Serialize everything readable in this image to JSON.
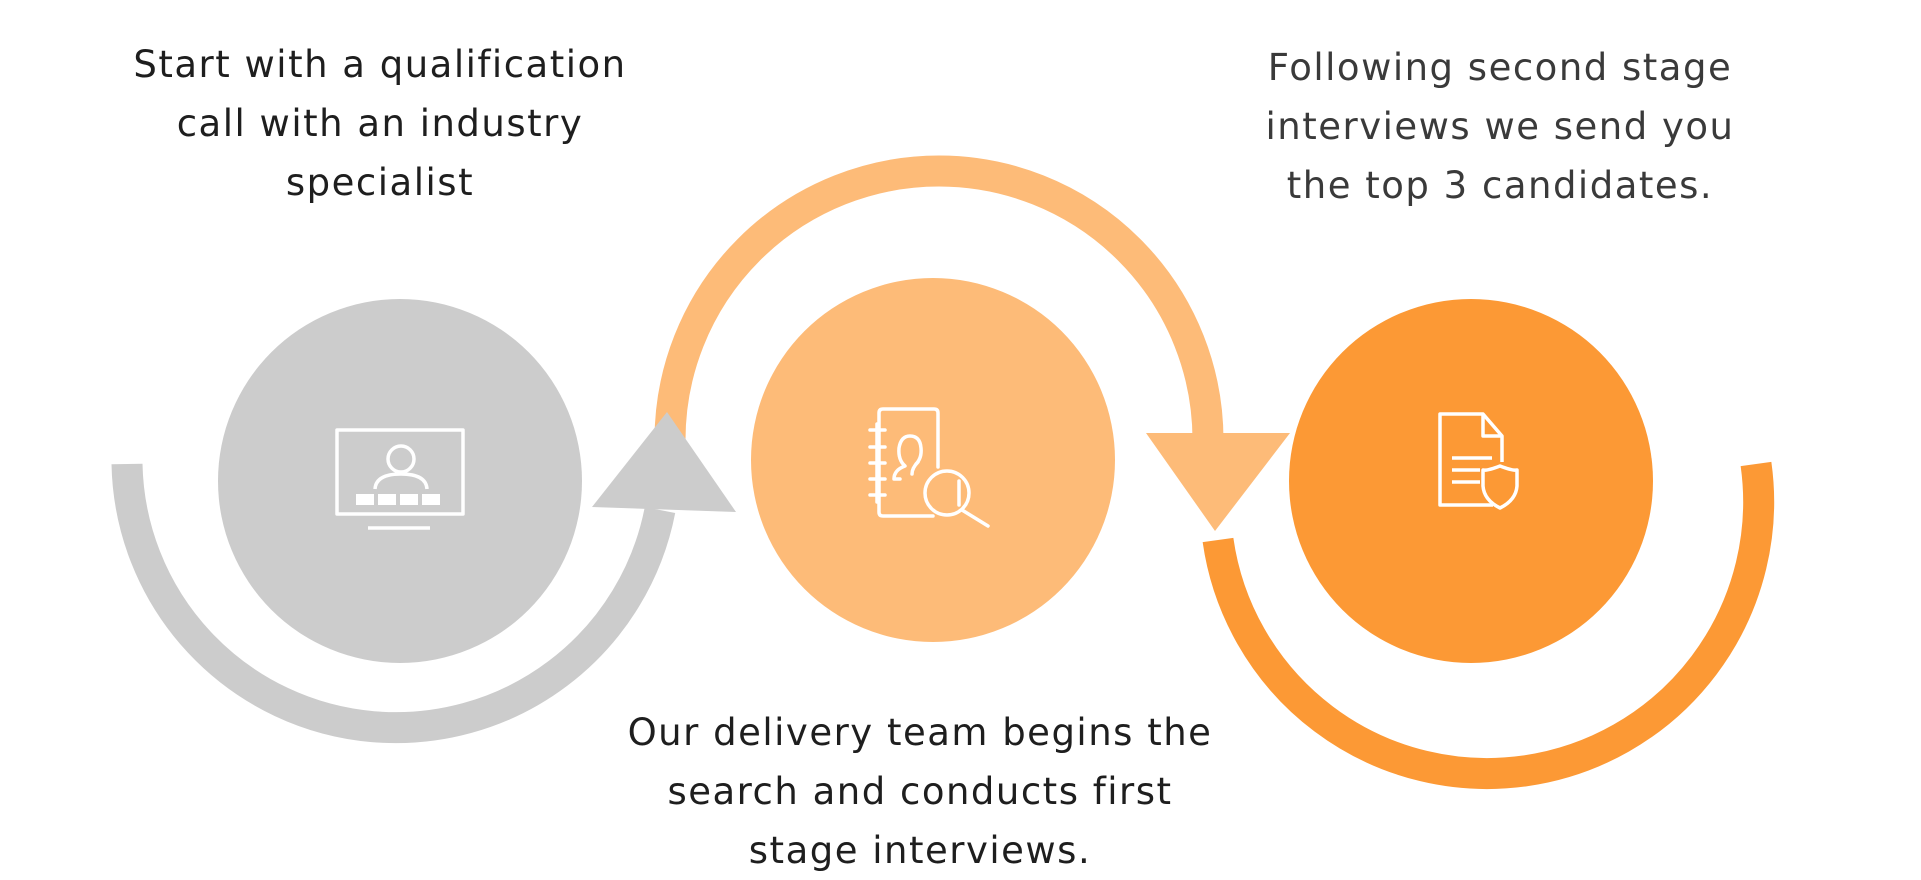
{
  "diagram": {
    "type": "process-flow",
    "colors": {
      "step1": "#cccccc",
      "step2": "#fdbb78",
      "step3": "#fc9935",
      "icon": "#ffffff",
      "text_dark": "#1e1e1e",
      "text_gray": "#3a3a3a"
    },
    "steps": [
      {
        "order": 1,
        "icon": "video-call-monitor-icon",
        "text": "Start with a qualification\ncall with an industry\nspecialist"
      },
      {
        "order": 2,
        "icon": "contact-book-search-icon",
        "text": "Our delivery team begins the\nsearch and conducts first\nstage interviews."
      },
      {
        "order": 3,
        "icon": "document-shield-icon",
        "text": "Following second stage\ninterviews we send you\nthe top 3 candidates."
      }
    ]
  }
}
